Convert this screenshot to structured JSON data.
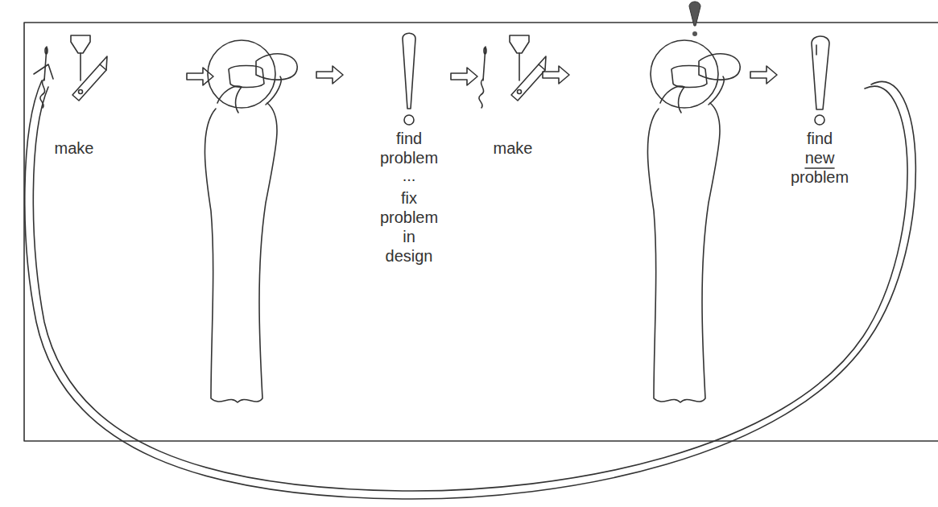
{
  "diagram": {
    "labels": [
      "make",
      "find problem",
      "...",
      "fix problem in design",
      "make",
      "find new problem"
    ]
  }
}
